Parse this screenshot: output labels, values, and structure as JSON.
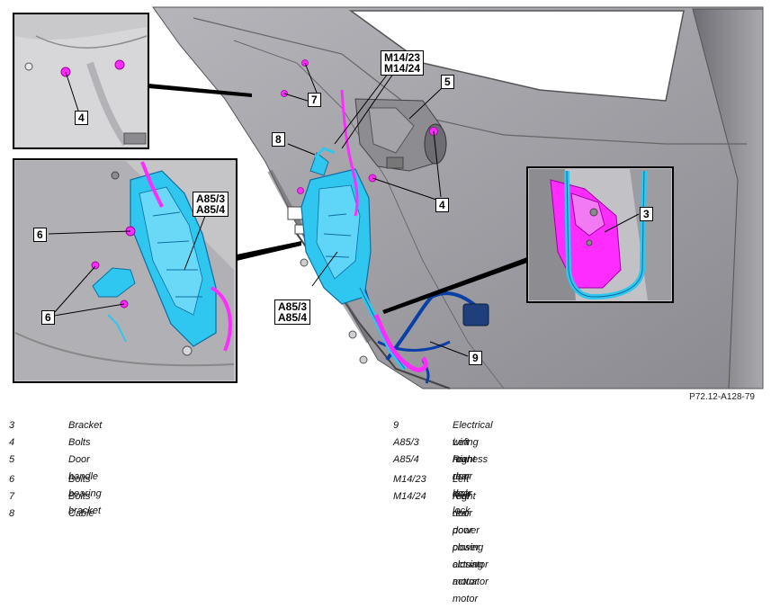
{
  "figure": {
    "code": "P72.12-A128-79",
    "callouts": {
      "c3": "3",
      "c4_inset": "4",
      "c4_main": "4",
      "c5": "5",
      "c6_upper": "6",
      "c6_lower": "6",
      "c7": "7",
      "c8": "8",
      "c9": "9",
      "m14": "M14/23\nM14/24",
      "a85_inset": "A85/3\nA85/4",
      "a85_main": "A85/3\nA85/4"
    },
    "colors": {
      "lock": "#2fc7f0",
      "bolt": "#ff2cff",
      "harness": "#0a3fa8",
      "door_panel": "#9a9a9f",
      "door_inner": "#7e7e84",
      "inset_bg": "#c9c9cc"
    }
  },
  "legend": {
    "left": [
      {
        "key": "3",
        "desc": "Bracket"
      },
      {
        "key": "4",
        "desc": "Bolts"
      },
      {
        "key": "5",
        "desc": "Door handle bearing bracket"
      },
      {
        "key": "6",
        "desc": "Bolts"
      },
      {
        "key": "7",
        "desc": "Bolts"
      },
      {
        "key": "8",
        "desc": "Cable"
      }
    ],
    "right": [
      {
        "key": "9",
        "desc": "Electrical wiring harness"
      },
      {
        "key": "A85/3",
        "desc": "Left rear door lock"
      },
      {
        "key": "A85/4",
        "desc": "Right rear door lock"
      },
      {
        "key": "M14/23",
        "desc": "Left rear door power closing actuator motor"
      },
      {
        "key": "M14/24",
        "desc": "Right rear door power closing actuator motor"
      }
    ]
  }
}
